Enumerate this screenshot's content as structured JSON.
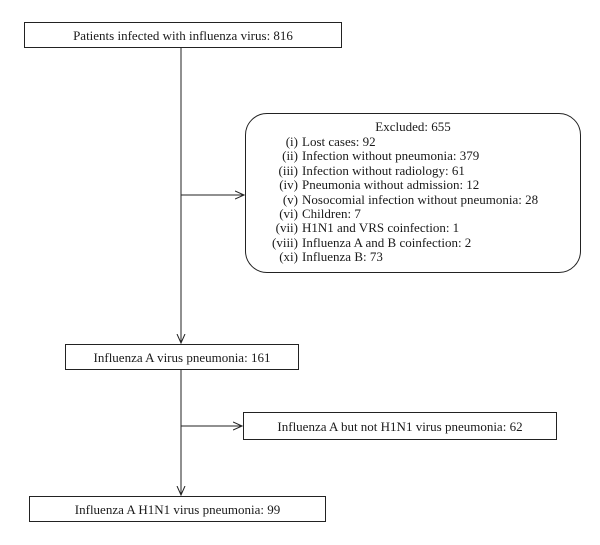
{
  "boxes": {
    "total": "Patients infected with influenza virus: 816",
    "influenza_a": "Influenza A virus pneumonia: 161",
    "not_h1n1": "Influenza A but not H1N1 virus pneumonia: 62",
    "h1n1": "Influenza A H1N1 virus pneumonia: 99"
  },
  "excluded": {
    "title": "Excluded: 655",
    "items": [
      {
        "num": "(i)",
        "label": "Lost cases: 92"
      },
      {
        "num": "(ii)",
        "label": "Infection without pneumonia: 379"
      },
      {
        "num": "(iii)",
        "label": "Infection without radiology: 61"
      },
      {
        "num": "(iv)",
        "label": "Pneumonia without admission: 12"
      },
      {
        "num": "(v)",
        "label": "Nosocomial infection without pneumonia: 28"
      },
      {
        "num": "(vi)",
        "label": "Children: 7"
      },
      {
        "num": "(vii)",
        "label": "H1N1 and VRS coinfection: 1"
      },
      {
        "num": "(viii)",
        "label": "Influenza A and B coinfection: 2"
      },
      {
        "num": "(xi)",
        "label": "Influenza B: 73"
      }
    ]
  }
}
